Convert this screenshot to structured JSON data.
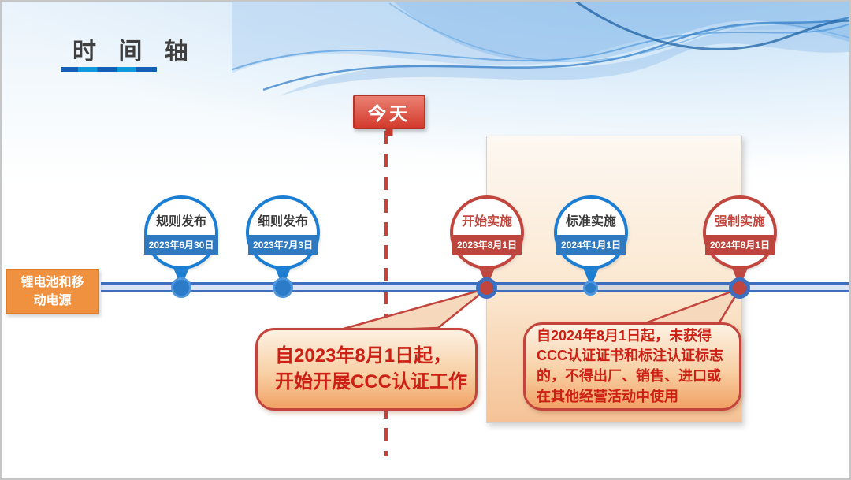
{
  "slide": {
    "title": "时 间 轴",
    "today": "今天",
    "axis_label_line1": "锂电池和移",
    "axis_label_line2": "动电源"
  },
  "timeline": {
    "nodes": [
      {
        "label": "规则发布",
        "date": "2023年6月30日",
        "color": "blue"
      },
      {
        "label": "细则发布",
        "date": "2023年7月3日",
        "color": "blue"
      },
      {
        "label": "开始实施",
        "date": "2023年8月1日",
        "color": "red"
      },
      {
        "label": "标准实施",
        "date": "2024年1月1日",
        "color": "blue"
      },
      {
        "label": "强制实施",
        "date": "2024年8月1日",
        "color": "red"
      }
    ]
  },
  "callouts": {
    "left": {
      "line1": "自2023年8月1日起，",
      "line2": "开始开展CCC认证工作"
    },
    "right": {
      "line1": "自2024年8月1日起，未获得",
      "line2": "CCC认证证书和标注认证标志",
      "line3": "的，不得出厂、销售、进口或",
      "line4": "在其他经营活动中使用"
    }
  },
  "colors": {
    "blue_circle": "#1b7ed3",
    "blue_date_badge": "#2e79c0",
    "timeline_blue": "#3d6fbe",
    "red_accent": "#c0463e",
    "callout_border": "#c3443c",
    "callout_text": "#cc2015",
    "callout_fill_bottom": "#f1a164",
    "today_flag_red": "#d23a2c",
    "axis_label_orange": "#ef913e",
    "phase_rect_peach": "#f5c296",
    "title_underline_dark": "#1460b4",
    "title_underline_light": "#129ad8"
  }
}
